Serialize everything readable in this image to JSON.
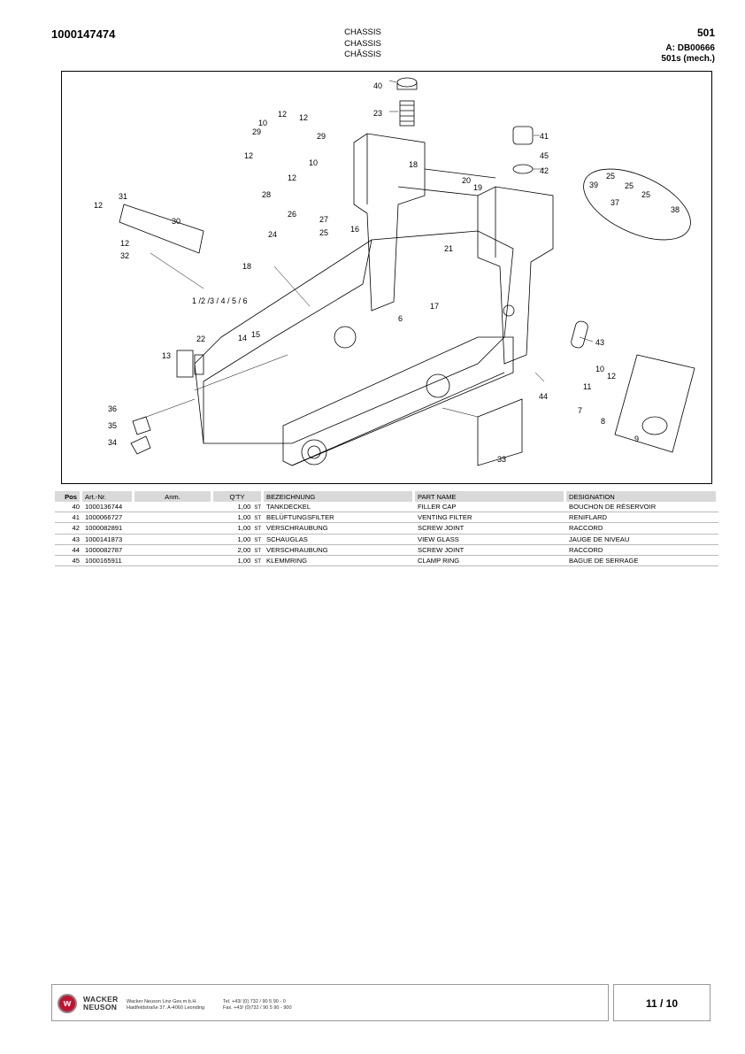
{
  "header": {
    "doc_number": "1000147474",
    "title_lines": [
      "CHASSIS",
      "CHASSIS",
      "CHÂSSIS"
    ],
    "page_ref": "501",
    "drawing_ref": "A: DB00666",
    "model": "501s (mech.)"
  },
  "diagram": {
    "callouts": [
      "40",
      "23",
      "41",
      "45",
      "42",
      "12",
      "12",
      "10",
      "29",
      "29",
      "12",
      "10",
      "12",
      "28",
      "18",
      "20",
      "19",
      "39",
      "25",
      "25",
      "25",
      "37",
      "38",
      "31",
      "12",
      "30",
      "12",
      "32",
      "26",
      "27",
      "25",
      "24",
      "16",
      "21",
      "18",
      "1 /2 /3 / 4 / 5 / 6",
      "17",
      "6",
      "43",
      "22",
      "14",
      "15",
      "13",
      "36",
      "35",
      "34",
      "10",
      "11",
      "12",
      "7",
      "8",
      "9",
      "44",
      "33"
    ]
  },
  "table": {
    "headers": {
      "pos": "Pos",
      "art_nr": "Art.-Nr.",
      "anm": "Anm.",
      "qty": "Q'TY",
      "bezeichnung": "BEZEICHNUNG",
      "part_name": "PART NAME",
      "designation": "DESIGNATION"
    },
    "rows": [
      {
        "pos": "40",
        "art": "1000136744",
        "qty": "1,00",
        "unit": "ST",
        "de": "TANKDECKEL",
        "en": "FILLER CAP",
        "fr": "BOUCHON DE RÉSERVOIR"
      },
      {
        "pos": "41",
        "art": "1000066727",
        "qty": "1,00",
        "unit": "ST",
        "de": "BELÜFTUNGSFILTER",
        "en": "VENTING FILTER",
        "fr": "RENIFLARD"
      },
      {
        "pos": "42",
        "art": "1000082891",
        "qty": "1,00",
        "unit": "ST",
        "de": "VERSCHRAUBUNG",
        "en": "SCREW JOINT",
        "fr": "RACCORD"
      },
      {
        "pos": "43",
        "art": "1000141873",
        "qty": "1,00",
        "unit": "ST",
        "de": "SCHAUGLAS",
        "en": "VIEW GLASS",
        "fr": "JAUGE DE NIVEAU"
      },
      {
        "pos": "44",
        "art": "1000082787",
        "qty": "2,00",
        "unit": "ST",
        "de": "VERSCHRAUBUNG",
        "en": "SCREW JOINT",
        "fr": "RACCORD"
      },
      {
        "pos": "45",
        "art": "1000165911",
        "qty": "1,00",
        "unit": "ST",
        "de": "KLEMMRING",
        "en": "CLAMP RING",
        "fr": "BAGUE DE SERRAGE"
      }
    ]
  },
  "footer": {
    "brand_line1": "WACKER",
    "brand_line2": "NEUSON",
    "company_line1": "Wacker Neuson Linz  Ges.m.b.H.",
    "company_line2": "Haidfeldstraße 37, A-4060 Leonding",
    "tel": "Tel. +43/ (0) 732 / 90 5 90 - 0",
    "fax": "Fax. +43/ (0)732 / 90 5 90 - 900",
    "page": "11 / 10"
  }
}
